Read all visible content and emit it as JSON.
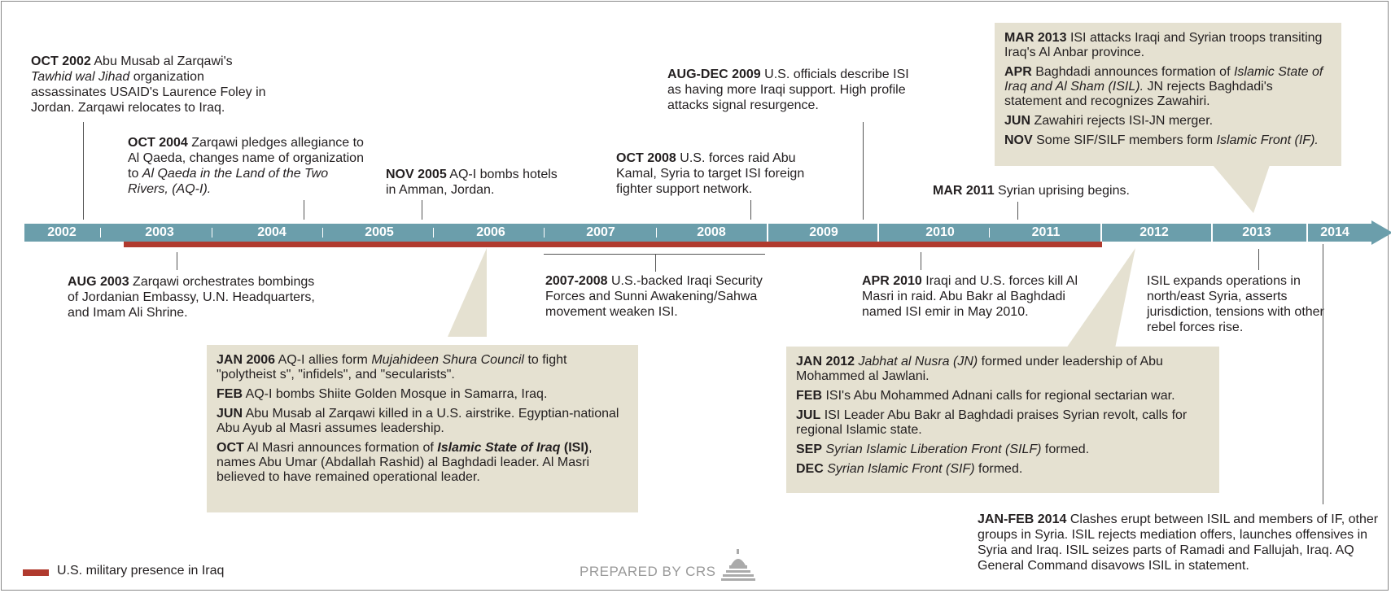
{
  "events": {
    "oct2002": {
      "date": "OCT 2002",
      "text": "Abu Musab al Zarqawi's",
      "ital": "Tawhid wal Jihad",
      "text2": "organization assassinates USAID's Laurence Foley in Jordan.  Zarqawi relocates to Iraq."
    },
    "oct2004": {
      "date": "OCT 2004",
      "text": "Zarqawi pledges allegiance to Al Qaeda, changes name of organization to",
      "ital": "Al Qaeda in the Land of the Two Rivers, (AQ-I)."
    },
    "nov2005": {
      "date": "NOV 2005",
      "text": "AQ-I bombs hotels in Amman, Jordan."
    },
    "oct2008": {
      "date": "OCT 2008",
      "text": "U.S. forces raid Abu Kamal, Syria to target ISI foreign fighter support network."
    },
    "aug2009": {
      "date": "AUG-DEC 2009",
      "text": "U.S. officials describe ISI as having more Iraqi support. High profile attacks signal resurgence."
    },
    "mar2011": {
      "date": "MAR 2011",
      "text": "Syrian uprising begins."
    },
    "aug2003": {
      "date": "AUG 2003",
      "text": "Zarqawi orchestrates bombings of Jordanian Embassy, U.N. Headquarters, and Imam Ali Shrine."
    },
    "y2007_2008": {
      "date": "2007-2008",
      "text": "U.S.-backed Iraqi Security Forces and Sunni Awakening/Sahwa movement weaken ISI."
    },
    "apr2010": {
      "date": "APR 2010",
      "text": "Iraqi and U.S. forces kill Al Masri in raid. Abu Bakr al Baghdadi named ISI emir in May 2010."
    },
    "isil_expands": {
      "text": "ISIL expands operations in north/east Syria, asserts jurisdiction, tensions with other rebel forces rise."
    },
    "janfeb2014": {
      "date": "JAN-FEB 2014",
      "text": "Clashes erupt between ISIL and members of IF, other groups in Syria. ISIL rejects mediation offers, launches offensives in Syria and Iraq. ISIL seizes parts of Ramadi and Fallujah, Iraq. AQ General Command disavows ISIL in statement."
    }
  },
  "box2006": [
    {
      "date": "JAN 2006",
      "text": "AQ-I allies form",
      "ital": "Mujahideen Shura Council",
      "text2": "to fight \"polytheist s\", \"infidels\", and \"secularists\"."
    },
    {
      "date": "FEB",
      "text": "AQ-I bombs Shiite Golden Mosque in Samarra, Iraq."
    },
    {
      "date": "JUN",
      "text": "Abu Musab al Zarqawi killed in a U.S. airstrike. Egyptian-national Abu Ayub al Masri assumes leadership."
    },
    {
      "date": "OCT",
      "text": "Al Masri announces formation of",
      "boldital": "Islamic State of Iraq",
      "bold2": "(ISI)",
      "text2": ", names Abu Umar (Abdallah Rashid) al Baghdadi leader. Al Masri believed to have remained operational leader."
    }
  ],
  "box2012": [
    {
      "date": "JAN 2012",
      "ital": "Jabhat al Nusra (JN)",
      "text": "formed under leadership of Abu Mohammed al Jawlani."
    },
    {
      "date": "FEB",
      "text": "ISI's Abu Mohammed Adnani calls for regional sectarian war."
    },
    {
      "date": "JUL",
      "text": "ISI Leader Abu Bakr al Baghdadi praises Syrian revolt, calls for regional Islamic state."
    },
    {
      "date": "SEP",
      "ital": "Syrian Islamic Liberation Front (SILF)",
      "text": "formed."
    },
    {
      "date": "DEC",
      "ital": "Syrian Islamic Front (SIF)",
      "text": "formed."
    }
  ],
  "box2013": [
    {
      "date": "MAR 2013",
      "text": "ISI attacks Iraqi and Syrian troops transiting Iraq's Al Anbar province."
    },
    {
      "date": "APR",
      "text": "Baghdadi announces formation of",
      "ital": "Islamic State of Iraq and Al Sham (ISIL).",
      "text2": "JN rejects Baghdadi's statement and recognizes Zawahiri."
    },
    {
      "date": "JUN",
      "text": "Zawahiri rejects ISI-JN merger."
    },
    {
      "date": "NOV",
      "text": "Some SIF/SILF members form",
      "ital": "Islamic Front (IF)."
    }
  ],
  "years": [
    "2002",
    "2003",
    "2004",
    "2005",
    "2006",
    "2007",
    "2008",
    "2009",
    "2010",
    "2011",
    "2012",
    "2013",
    "2014"
  ],
  "legend": {
    "label": "U.S. military presence in Iraq"
  },
  "credit": {
    "label": "PREPARED BY CRS"
  },
  "colors": {
    "band": "#6b9eab",
    "presence": "#b03a2e",
    "box": "#e5e1d1"
  }
}
